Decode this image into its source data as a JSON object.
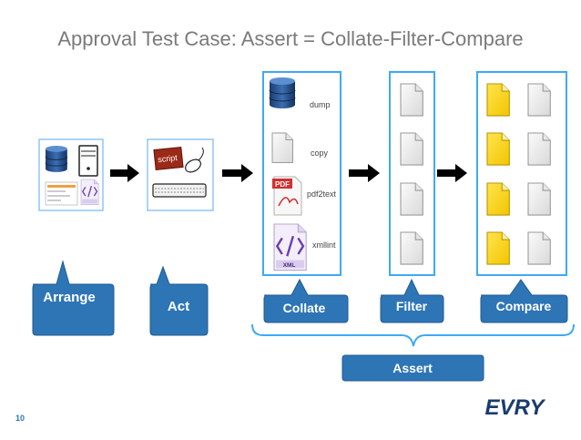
{
  "title": "Approval Test Case: Assert = Collate-Filter-Compare",
  "stages": {
    "arrange": "Arrange",
    "act": "Act",
    "collate": "Collate",
    "filter": "Filter",
    "compare": "Compare",
    "assert": "Assert"
  },
  "collate_items": [
    "dump",
    "copy",
    "pdf2text",
    "xmllint"
  ],
  "icons": {
    "arrange": [
      "database-icon",
      "server-icon",
      "form-icon",
      "xml-file-icon"
    ],
    "act": [
      "script-icon",
      "mouse-icon",
      "keyboard-icon"
    ],
    "collate": [
      "database-icon",
      "blank-file-icon",
      "pdf-file-icon",
      "xml-file-icon"
    ],
    "filter": [
      "blank-file-icon",
      "blank-file-icon",
      "blank-file-icon",
      "blank-file-icon"
    ],
    "compare": [
      "yellow-file-icon",
      "blank-file-icon"
    ]
  },
  "badges": {
    "pdf": "PDF",
    "xml": "XML",
    "script": "script"
  },
  "page_number": "10",
  "logo": "EVRY",
  "colors": {
    "title": "#7a7a7a",
    "callout_fill": "#2e75b6",
    "panel_border": "#3fa9f5",
    "arrow": "#000000",
    "compare_highlight": "#ffd200",
    "brace": "#3fa9f5"
  }
}
